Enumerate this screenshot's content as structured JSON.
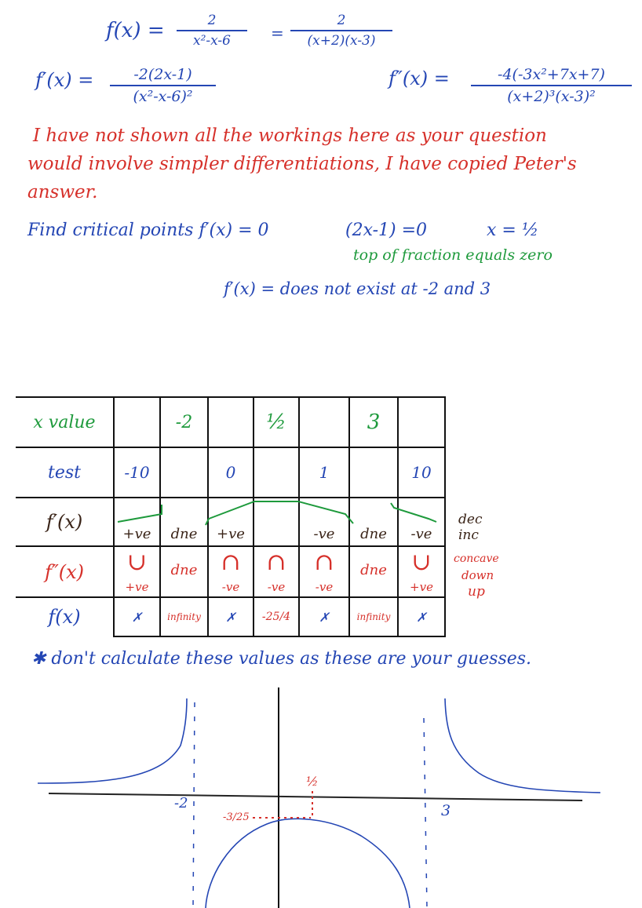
{
  "equations": {
    "f_lhs": "f(x) =",
    "f_num1": "2",
    "f_den1": "x²-x-6",
    "f_eq": "=",
    "f_num2": "2",
    "f_den2": "(x+2)(x-3)",
    "fp_lhs": "f′(x) =",
    "fp_num": "-2(2x-1)",
    "fp_den": "(x²-x-6)²",
    "fpp_lhs": "f″(x) =",
    "fpp_num": "-4(-3x²+7x+7)",
    "fpp_den": "(x+2)³(x-3)²"
  },
  "note_red": {
    "line1": "I have not shown all the workings here as your question",
    "line2": "would involve simpler differentiations, I have copied Peter's",
    "line3": "answer."
  },
  "critical": {
    "find": "Find critical points f′(x) = 0",
    "eq": "(2x-1) =0",
    "sol": "x = ½",
    "green_note": "top of fraction equals zero",
    "dne": "f′(x) = does not exist at  -2 and 3"
  },
  "table": {
    "row_labels": [
      "x value",
      "test",
      "f′(x)",
      "f″(x)",
      "f(x)"
    ],
    "xvalues": [
      "",
      "-2",
      "",
      "½",
      "",
      "3",
      ""
    ],
    "tests": [
      "-10",
      "",
      "0",
      "",
      "1",
      "",
      "10"
    ],
    "fprime": [
      "+ve",
      "dne",
      "+ve",
      "",
      "-ve",
      "dne",
      "-ve"
    ],
    "fdouble_sym": [
      "∪",
      "",
      "∩",
      "∩",
      "∩",
      "",
      "∪"
    ],
    "fdouble_sign": [
      "+ve",
      "dne",
      "-ve",
      "-ve",
      "-ve",
      "dne",
      "+ve"
    ],
    "fvals": [
      "✗",
      "infinity",
      "✗",
      "-25/4",
      "✗",
      "infinity",
      "✗"
    ],
    "side_dec": "dec",
    "side_inc": "inc",
    "side_concave": "concave",
    "side_down": "down",
    "side_up": "up"
  },
  "footnote": "✱ don't calculate these values as these are your guesses.",
  "graph": {
    "label_neg2": "-2",
    "label_3": "3",
    "label_half": "½",
    "label_value": "-3/25"
  },
  "colors": {
    "blue": "#2446b4",
    "red": "#d6302a",
    "green": "#1e9a3c"
  }
}
